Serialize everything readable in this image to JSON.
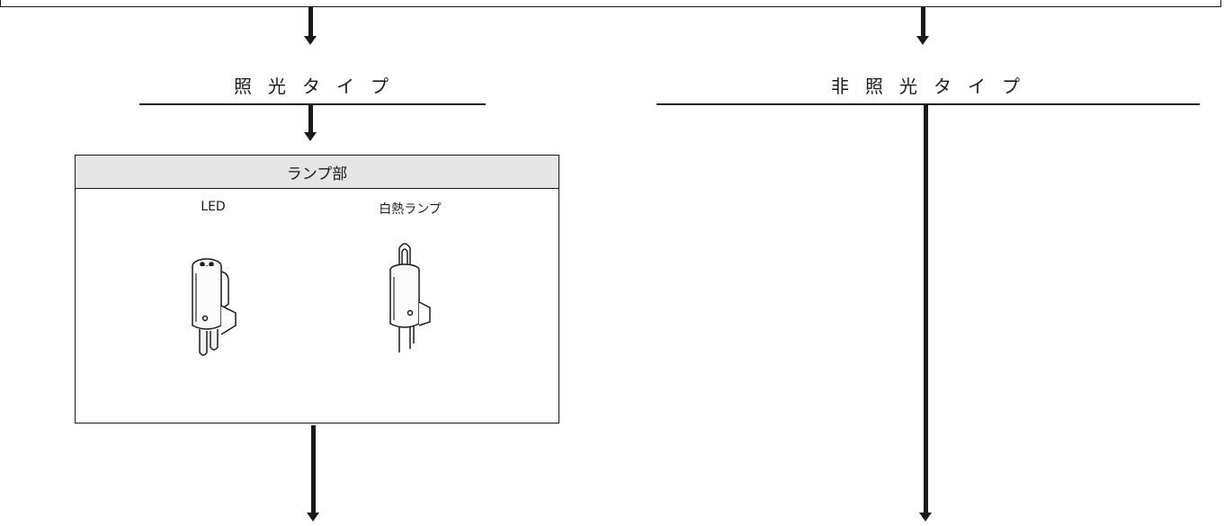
{
  "left_branch": {
    "title": "照光タイプ"
  },
  "right_branch": {
    "title": "非照光タイプ"
  },
  "lamp_section": {
    "header": "ランプ部",
    "items": [
      {
        "label": "LED",
        "icon": "led-lamp-icon"
      },
      {
        "label": "白熱ランプ",
        "icon": "incandescent-lamp-icon"
      }
    ]
  }
}
